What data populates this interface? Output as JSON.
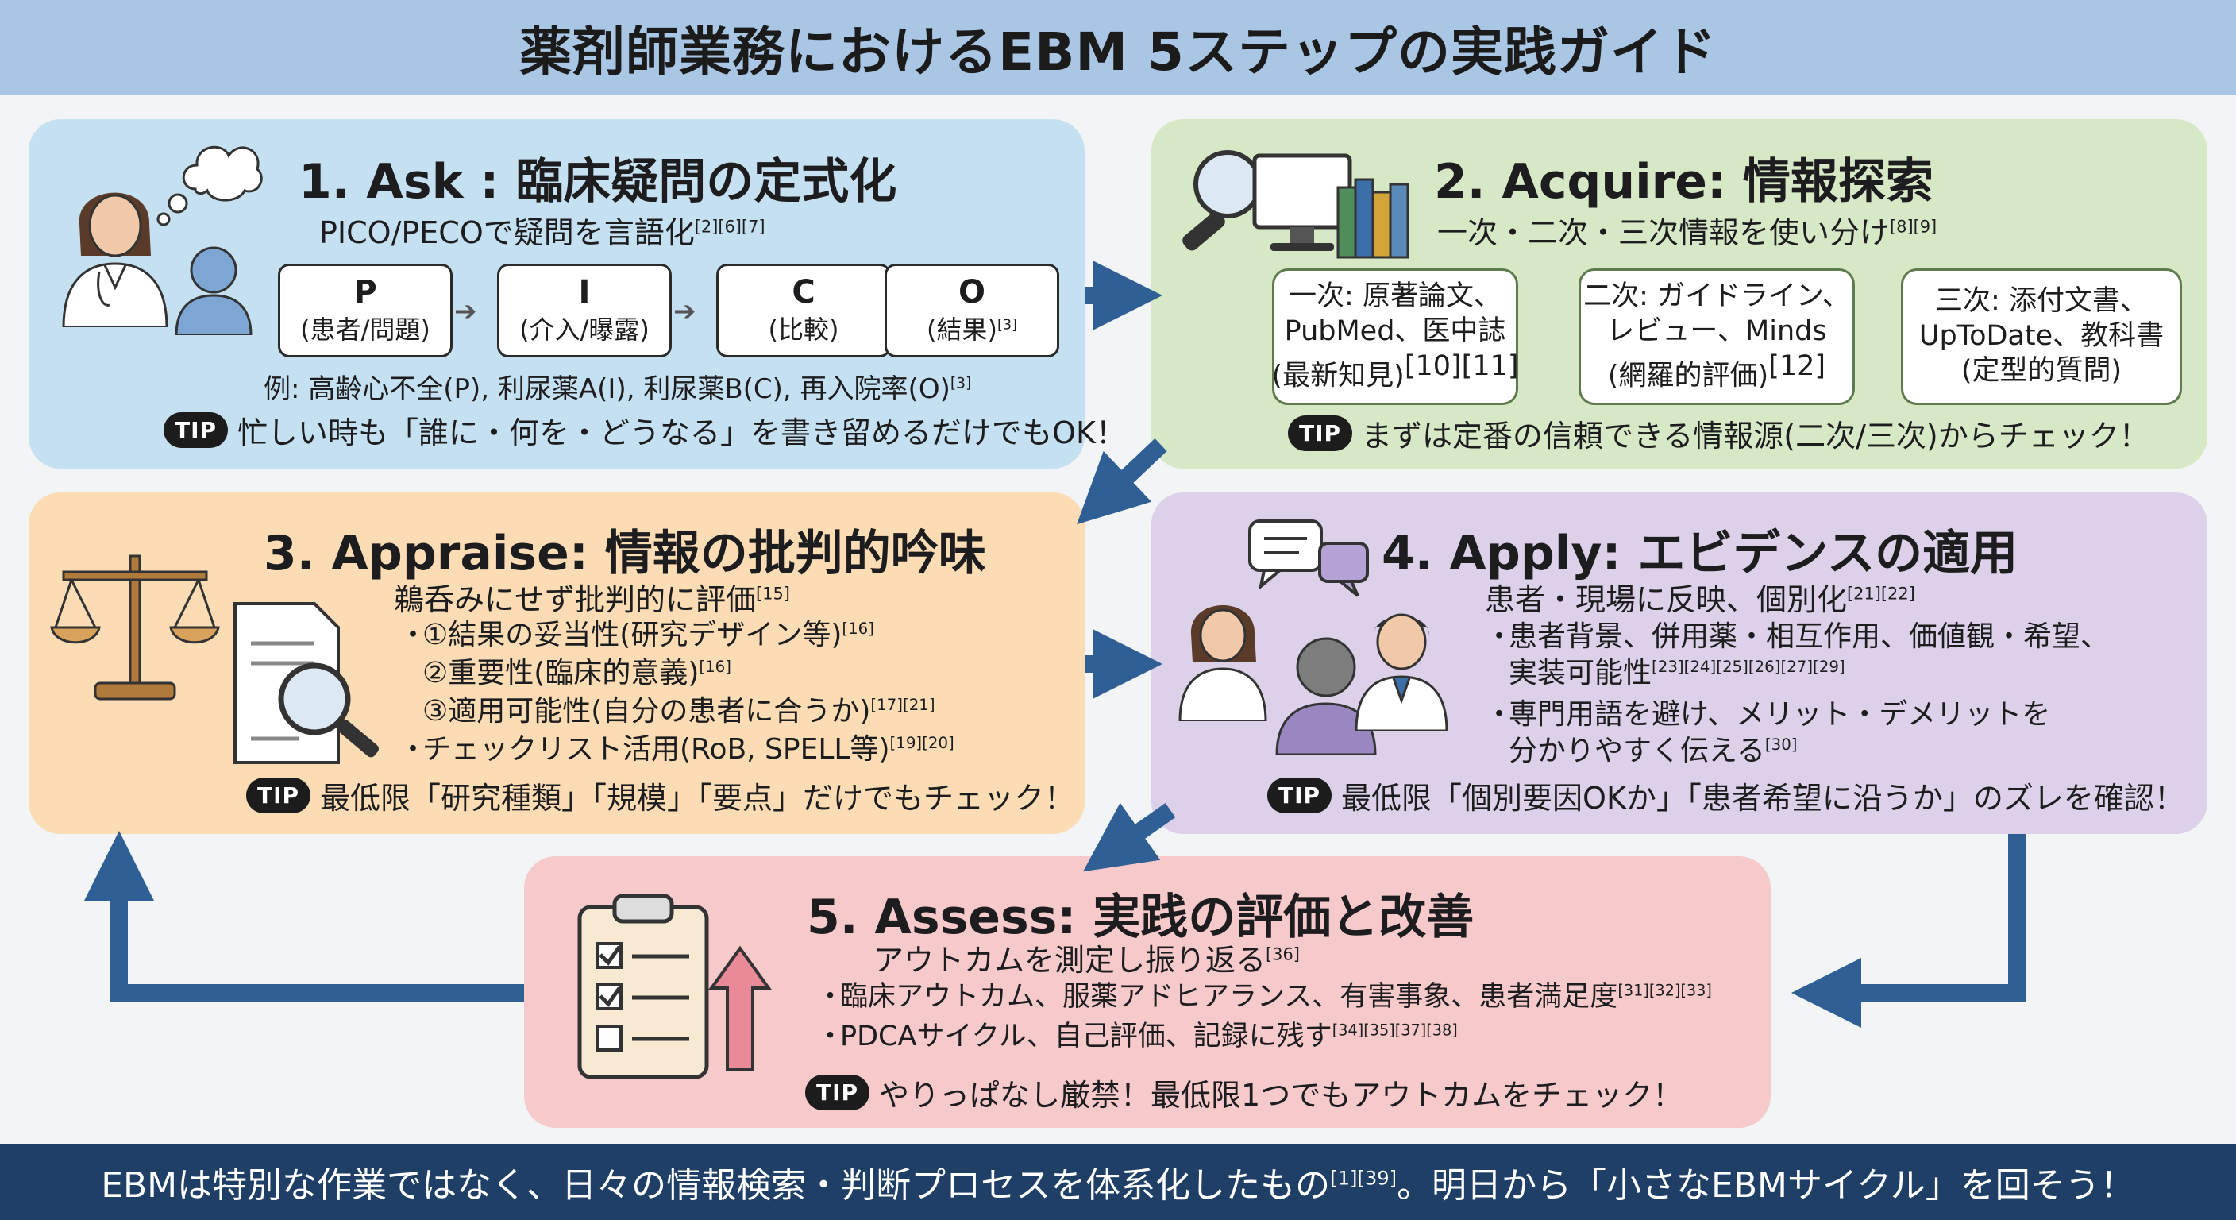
{
  "title": "薬剤師業務におけるEBM 5ステップの実践ガイド",
  "colors": {
    "title_bg": "#a9c6e4",
    "ask_bg": "#c5e0f1",
    "acquire_bg": "#d6e8c6",
    "appraise_bg": "#fbdcb5",
    "apply_bg": "#ddd1ea",
    "assess_bg": "#f6c9cb",
    "arrow": "#2f5f94",
    "footer_bg": "#1f3f66"
  },
  "step1": {
    "title": "1. Ask : 臨床疑問の定式化",
    "subtitle": "PICO/PECOで疑問を言語化",
    "subtitle_ref": "[2][6][7]",
    "pico": [
      {
        "letter": "P",
        "desc": "(患者/問題)",
        "ref": ""
      },
      {
        "letter": "I",
        "desc": "(介入/曝露)",
        "ref": ""
      },
      {
        "letter": "C",
        "desc": "(比較)",
        "ref": ""
      },
      {
        "letter": "O",
        "desc": "(結果)",
        "ref": "[3]"
      }
    ],
    "example": "例: 高齢心不全(P), 利尿薬A(I), 利尿薬B(C), 再入院率(O)",
    "example_ref": "[3]",
    "tip_badge": "TIP",
    "tip": "忙しい時も「誰に・何を・どうなる」を書き留めるだけでもOK！",
    "icons": [
      "pharmacist-icon",
      "thought-bubble-icon",
      "patient-icon"
    ]
  },
  "step2": {
    "title": "2. Acquire: 情報探索",
    "subtitle": "一次・二次・三次情報を使い分け",
    "subtitle_ref": "[8][9]",
    "sources": [
      {
        "lines": [
          "一次: 原著論文、",
          "PubMed、医中誌",
          "(最新知見)"
        ],
        "ref": "[10][11]"
      },
      {
        "lines": [
          "二次: ガイドライン、",
          "レビュー、Minds",
          "(網羅的評価)"
        ],
        "ref": "[12]"
      },
      {
        "lines": [
          "三次: 添付文書、",
          "UpToDate、教科書",
          "(定型的質問)"
        ],
        "ref": ""
      }
    ],
    "tip_badge": "TIP",
    "tip": "まずは定番の信頼できる情報源(二次/三次)からチェック！",
    "icons": [
      "magnifier-icon",
      "monitor-icon",
      "books-icon"
    ]
  },
  "step3": {
    "title": "3. Appraise: 情報の批判的吟味",
    "subtitle": "鵜呑みにせず批判的に評価",
    "subtitle_ref": "[15]",
    "bullets": [
      {
        "dot": "・",
        "text": "①結果の妥当性(研究デザイン等)",
        "ref": "[16]"
      },
      {
        "dot": "",
        "text": "②重要性(臨床的意義)",
        "ref": "[16]"
      },
      {
        "dot": "",
        "text": "③適用可能性(自分の患者に合うか)",
        "ref": "[17][21]"
      },
      {
        "dot": "・",
        "text": "チェックリスト活用(RoB, SPELL等)",
        "ref": "[19][20]"
      }
    ],
    "tip_badge": "TIP",
    "tip": "最低限「研究種類」「規模」「要点」だけでもチェック！",
    "icons": [
      "scales-icon",
      "document-magnifier-icon"
    ]
  },
  "step4": {
    "title": "4. Apply: エビデンスの適用",
    "subtitle": "患者・現場に反映、個別化",
    "subtitle_ref": "[21][22]",
    "bullets": [
      {
        "dot": "・",
        "text": "患者背景、併用薬・相互作用、価値観・希望、",
        "ref": ""
      },
      {
        "dot": "",
        "text": "実装可能性",
        "ref": "[23][24][25][26][27][29]"
      },
      {
        "dot": "・",
        "text": "専門用語を避け、メリット・デメリットを",
        "ref": ""
      },
      {
        "dot": "",
        "text": "分かりやすく伝える",
        "ref": "[30]"
      }
    ],
    "tip_badge": "TIP",
    "tip": "最低限「個別要因OKか」「患者希望に沿うか」のズレを確認！",
    "icons": [
      "chat-bubbles-icon",
      "pharmacist-icon",
      "patient-icon",
      "doctor-icon"
    ]
  },
  "step5": {
    "title": "5. Assess: 実践の評価と改善",
    "subtitle": "アウトカムを測定し振り返る",
    "subtitle_ref": "[36]",
    "bullets": [
      {
        "dot": "・",
        "text": "臨床アウトカム、服薬アドヒアランス、有害事象、患者満足度",
        "ref": "[31][32][33]"
      },
      {
        "dot": "・",
        "text": "PDCAサイクル、自己評価、記録に残す",
        "ref": "[34][35][37][38]"
      }
    ],
    "tip_badge": "TIP",
    "tip": "やりっぱなし厳禁！最低限1つでもアウトカムをチェック！",
    "icons": [
      "clipboard-checklist-icon",
      "up-arrow-icon"
    ]
  },
  "footer": {
    "text_a": "EBMは特別な作業ではなく、日々の情報検索・判断プロセスを体系化したもの",
    "ref": "[1][39]",
    "text_b": "。明日から「小さなEBMサイクル」を回そう！"
  }
}
